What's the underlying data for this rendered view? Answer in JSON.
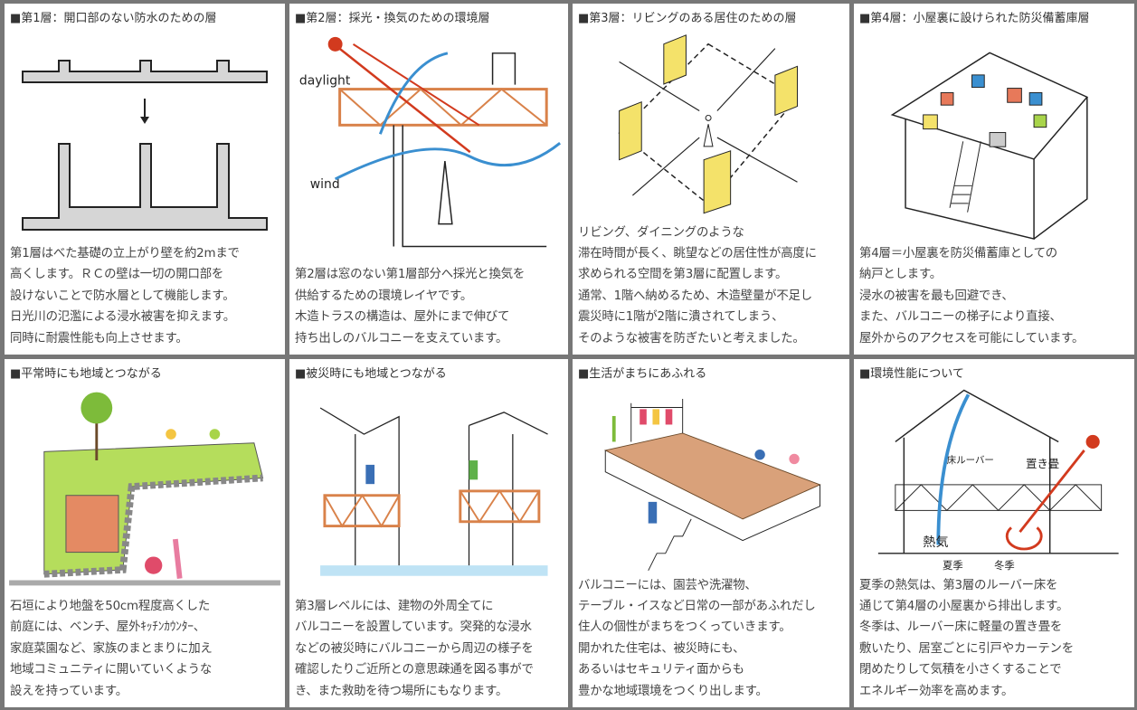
{
  "panels": [
    {
      "title": "■第1層：開口部のない防水のための層",
      "lines": [
        "第1層はべた基礎の立上がり壁を約2mまで",
        "高くします。ＲＣの壁は一切の開口部を",
        "設けないことで防水層として機能します。",
        "日光川の氾濫による浸水被害を抑えます。",
        "同時に耐震性能も向上させます。"
      ]
    },
    {
      "title": "■第2層：採光・換気のための環境層",
      "labels": {
        "daylight": "daylight",
        "wind": "wind"
      },
      "lines": [
        "第2層は窓のない第1層部分へ採光と換気を",
        "供給するための環境レイヤです。",
        "木造トラスの構造は、屋外にまで伸びて",
        "持ち出しのバルコニーを支えています。"
      ]
    },
    {
      "title": "■第3層：リビングのある居住のための層",
      "lines": [
        "リビング、ダイニングのような",
        "滞在時間が長く、眺望などの居住性が高度に",
        "求められる空間を第3層に配置します。",
        "通常、1階へ納めるため、木造壁量が不足し",
        "震災時に1階が2階に潰されてしまう、",
        "そのような被害を防ぎたいと考えました。"
      ]
    },
    {
      "title": "■第4層：小屋裏に設けられた防災備蓄庫層",
      "lines": [
        "第4層＝小屋裏を防災備蓄庫としての",
        "納戸とします。",
        "浸水の被害を最も回避でき、",
        "また、バルコニーの梯子により直接、",
        "屋外からのアクセスを可能にしています。"
      ]
    },
    {
      "title": "■平常時にも地域とつながる",
      "lines": [
        "石垣により地盤を50cm程度高くした",
        "前庭には、ベンチ、屋外ｷｯﾁﾝｶｳﾝﾀｰ、",
        "家庭菜園など、家族のまとまりに加え",
        "地域コミュニティに開いていくような",
        "設えを持っています。"
      ]
    },
    {
      "title": "■被災時にも地域とつながる",
      "lines": [
        "第3層レベルには、建物の外周全てに",
        "バルコニーを設置しています。突発的な浸水",
        "などの被災時にバルコニーから周辺の様子を",
        "確認したりご近所との意思疎通を図る事がで",
        "き、また救助を待つ場所にもなります。"
      ]
    },
    {
      "title": "■生活がまちにあふれる",
      "lines": [
        "バルコニーには、園芸や洗濯物、",
        "テーブル・イスなど日常の一部があふれだし",
        "住人の個性がまちをつくっていきます。",
        "開かれた住宅は、被災時にも、",
        "あるいはセキュリティ面からも",
        "豊かな地域環境をつくり出します。"
      ]
    },
    {
      "title": "■環境性能について",
      "labels": {
        "louver": "床ルーバー",
        "tatami": "置き畳",
        "heat": "熱気",
        "summer": "夏季",
        "winter": "冬季"
      },
      "lines": [
        "夏季の熱気は、第3層のルーバー床を",
        "通じて第4層の小屋裏から排出します。",
        "冬季は、ルーバー床に軽量の置き畳を",
        "敷いたり、居室ごとに引戸やカーテンを",
        "閉めたりして気積を小さくすることで",
        "エネルギー効率を高めます。"
      ]
    }
  ],
  "colors": {
    "border": "#777777",
    "text": "#444444",
    "wall": "#cfcfcf",
    "wood": "#d9824a",
    "blue": "#3a8fd0",
    "red": "#d23a1e",
    "yellow": "#f4e26a",
    "green": "#a8d44a"
  }
}
